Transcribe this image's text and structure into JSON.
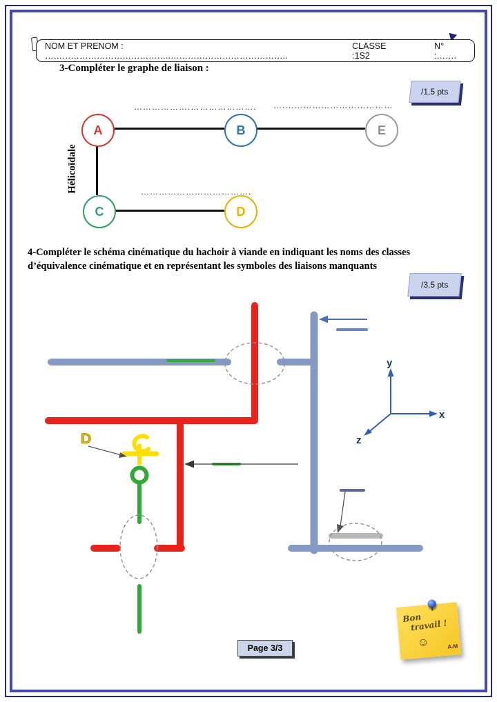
{
  "header": {
    "name_label": "NOM ET PRENOM : ……………………………………..…………………………………..",
    "classe": "CLASSE :1S2",
    "numero": "N° :……."
  },
  "section3": {
    "title": "3-Compléter le graphe de liaison :",
    "points": "/1,5 pts",
    "side_label": "Hélicoïdale",
    "blank_ab": "……………….………………….",
    "blank_be": "….………………………………",
    "blank_cd": "……………………………….",
    "nodes": {
      "A": {
        "label": "A",
        "color": "#d03a32"
      },
      "B": {
        "label": "B",
        "color": "#2e74b5"
      },
      "E": {
        "label": "E",
        "color": "#8e8e8e"
      },
      "C": {
        "label": "C",
        "color": "#2f9e68"
      },
      "D": {
        "label": "D",
        "color": "#e6b200"
      }
    }
  },
  "section4": {
    "title_line1": "4-Compléter le schéma cinématique du hachoir à viande en indiquant les noms des classes",
    "title_line2": "d’équivalence cinématique et en représentant les symboles des liaisons manquants",
    "points": "/3,5 pts",
    "diagram": {
      "label_d": "D",
      "axis_x": "x",
      "axis_y": "y",
      "axis_z": "z",
      "colors": {
        "red_part": "#e8231c",
        "blue_part": "#8599c5",
        "green_part": "#2faa35",
        "yellow_part": "#ffdf00",
        "gray_part": "#b9b9b9",
        "axis": "#2e5eb8"
      }
    }
  },
  "footer": {
    "page_label": "Page 3/3",
    "note": {
      "line1": "Bon",
      "line2": "travail !",
      "smiley": "☺",
      "initials": "A.M"
    }
  }
}
